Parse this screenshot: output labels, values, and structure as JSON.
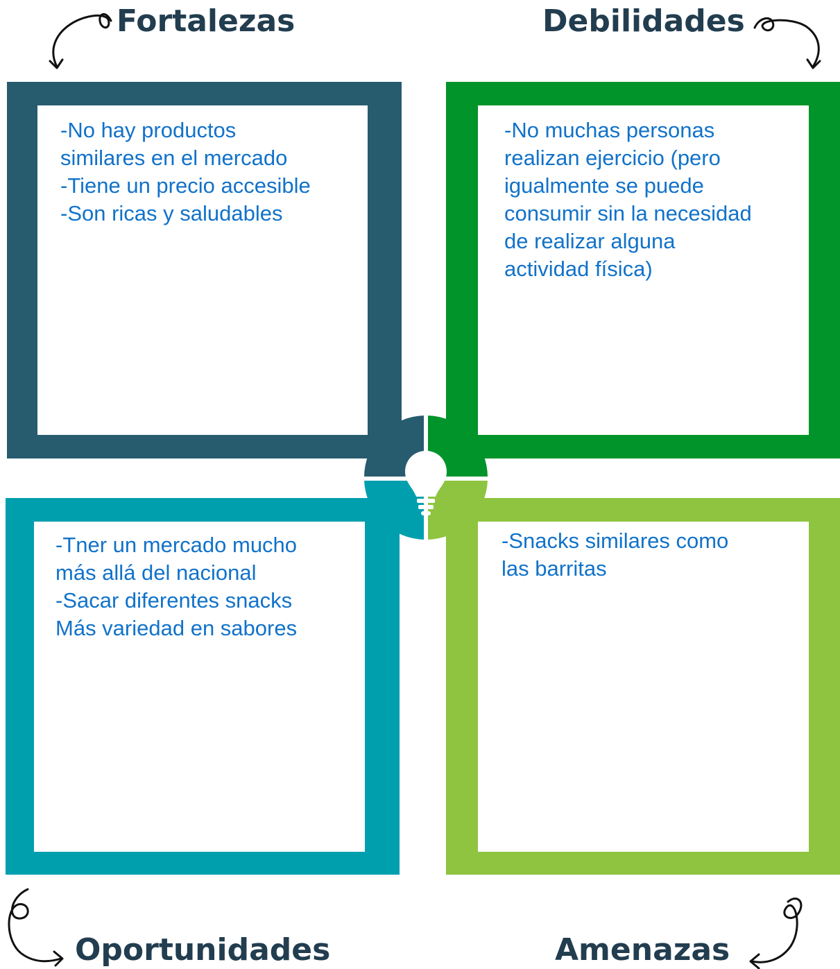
{
  "quadrants": {
    "fortalezas": {
      "title": "Fortalezas",
      "text": "-No hay productos\nsimilares en el mercado\n-Tiene un precio accesible\n-Son ricas y saludables",
      "color": "#275b6e"
    },
    "debilidades": {
      "title": "Debilidades",
      "text": "-No muchas personas\nrealizan ejercicio (pero\nigualmente se puede\nconsumir sin la necesidad\nde realizar alguna\nactividad física)",
      "color": "#00942a"
    },
    "oportunidades": {
      "title": "Oportunidades",
      "text": "-Tner un mercado mucho\nmás allá del nacional\n-Sacar diferentes snacks\nMás variedad en sabores",
      "color": "#009fae"
    },
    "amenazas": {
      "title": "Amenazas",
      "text": "-Snacks similares como\nlas barritas",
      "color": "#8ec43f"
    }
  },
  "colors": {
    "title_text": "#223d4f",
    "body_text": "#1172c9"
  },
  "icons": {
    "center": "lightbulb-icon",
    "arrows": "curly-arrow-icon"
  }
}
